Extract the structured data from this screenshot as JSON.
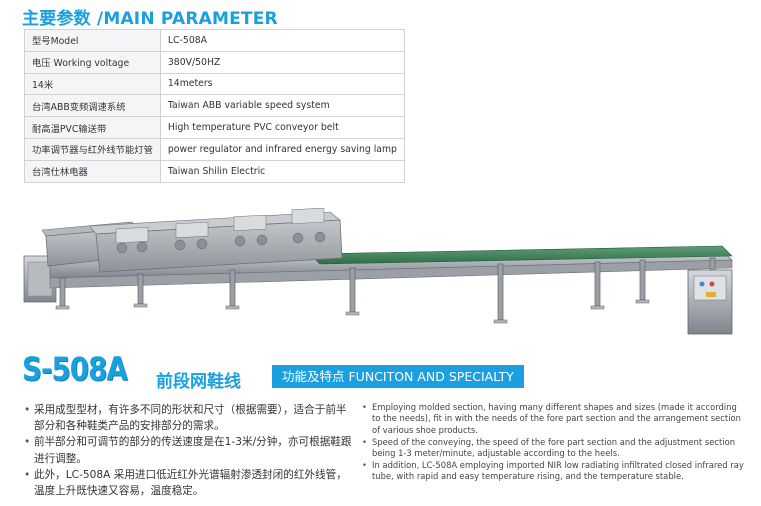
{
  "header": {
    "title": "主要参数 /MAIN PARAMETER"
  },
  "params": [
    {
      "label": "型号Model",
      "value": "LC-508A"
    },
    {
      "label": "电压 Working voltage",
      "value": "380V/50HZ"
    },
    {
      "label": "14米",
      "value": "14meters"
    },
    {
      "label": "台湾ABB变频调速系统",
      "value": "Taiwan ABB variable speed system"
    },
    {
      "label": "耐高温PVC输送带",
      "value": "High temperature PVC conveyor belt"
    },
    {
      "label": "功率调节器与红外线节能灯管",
      "value": "power regulator and infrared energy saving lamp"
    },
    {
      "label": "台湾仕林电器",
      "value": "Taiwan Shilin Electric"
    }
  ],
  "model": {
    "code": "S-508A",
    "name": "前段网鞋线"
  },
  "features_title": "功能及特点 FUNCITON AND SPECIALTY",
  "features_cn": [
    "采用成型型材，有许多不同的形状和尺寸（根据需要），适合于前半部分和各种鞋类产品的安排部分的需求。",
    "前半部分和可调节的部分的传送速度是在1-3米/分钟，亦可根据鞋跟进行调整。",
    "此外，LC-508A 采用进口低近红外光谱辐射渗透封闭的红外线管，温度上升既快速又容易，温度稳定。"
  ],
  "features_en": [
    "Employing molded section, having many different shapes and sizes (made it according to the needs), fit in with the needs of the fore part section and the arrangement section of various shoe products.",
    "Speed of the conveying, the speed of the fore part section and the adjustment section being 1-3 meter/minute, adjustable according to the heels.",
    "In addition, LC-508A employing imported NIR low radiating infiltrated closed infrared ray tube, with rapid and easy temperature rising, and the temperature stable."
  ],
  "colors": {
    "accent": "#1aa0e0",
    "frame": "#8c9198",
    "belt": "#3e7f57"
  }
}
